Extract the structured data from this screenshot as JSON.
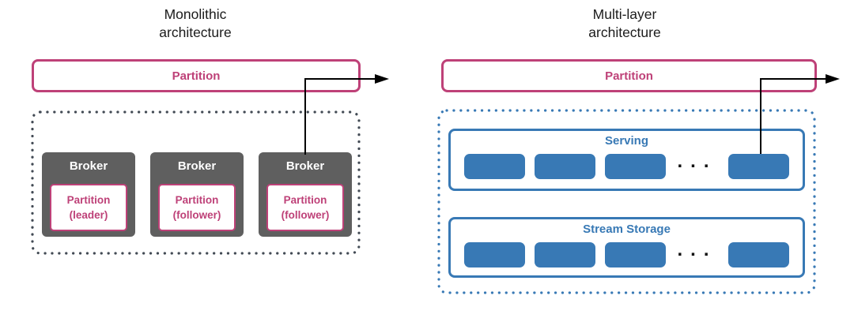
{
  "colors": {
    "pink": "#BE4178",
    "blue": "#3879B5",
    "broker_gray": "#5F5F5F",
    "dotted_gray": "#424A54",
    "arrow_black": "#000000"
  },
  "left_panel": {
    "title_line1": "Monolithic",
    "title_line2": "architecture",
    "partition_label": "Partition",
    "brokers": [
      {
        "label": "Broker",
        "partition_line1": "Partition",
        "partition_line2": "(leader)"
      },
      {
        "label": "Broker",
        "partition_line1": "Partition",
        "partition_line2": "(follower)"
      },
      {
        "label": "Broker",
        "partition_line1": "Partition",
        "partition_line2": "(follower)"
      }
    ]
  },
  "right_panel": {
    "title_line1": "Multi-layer",
    "title_line2": "architecture",
    "partition_label": "Partition",
    "layers": [
      {
        "label": "Serving",
        "ellipsis": "..."
      },
      {
        "label": "Stream Storage",
        "ellipsis": "..."
      }
    ]
  }
}
